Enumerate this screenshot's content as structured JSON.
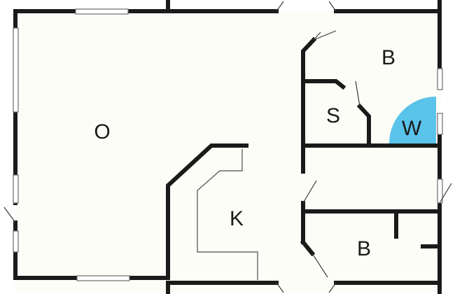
{
  "floorplan": {
    "colors": {
      "floor": "#fdfdf8",
      "wall": "#1a1a1a",
      "wet_room": "#59c3ea"
    },
    "rooms": [
      {
        "id": "living",
        "label": "O"
      },
      {
        "id": "kitchen",
        "label": "K"
      },
      {
        "id": "bedroom-1",
        "label": "B"
      },
      {
        "id": "storage",
        "label": "S"
      },
      {
        "id": "washroom",
        "label": "W"
      },
      {
        "id": "bedroom-2",
        "label": "B"
      }
    ]
  }
}
